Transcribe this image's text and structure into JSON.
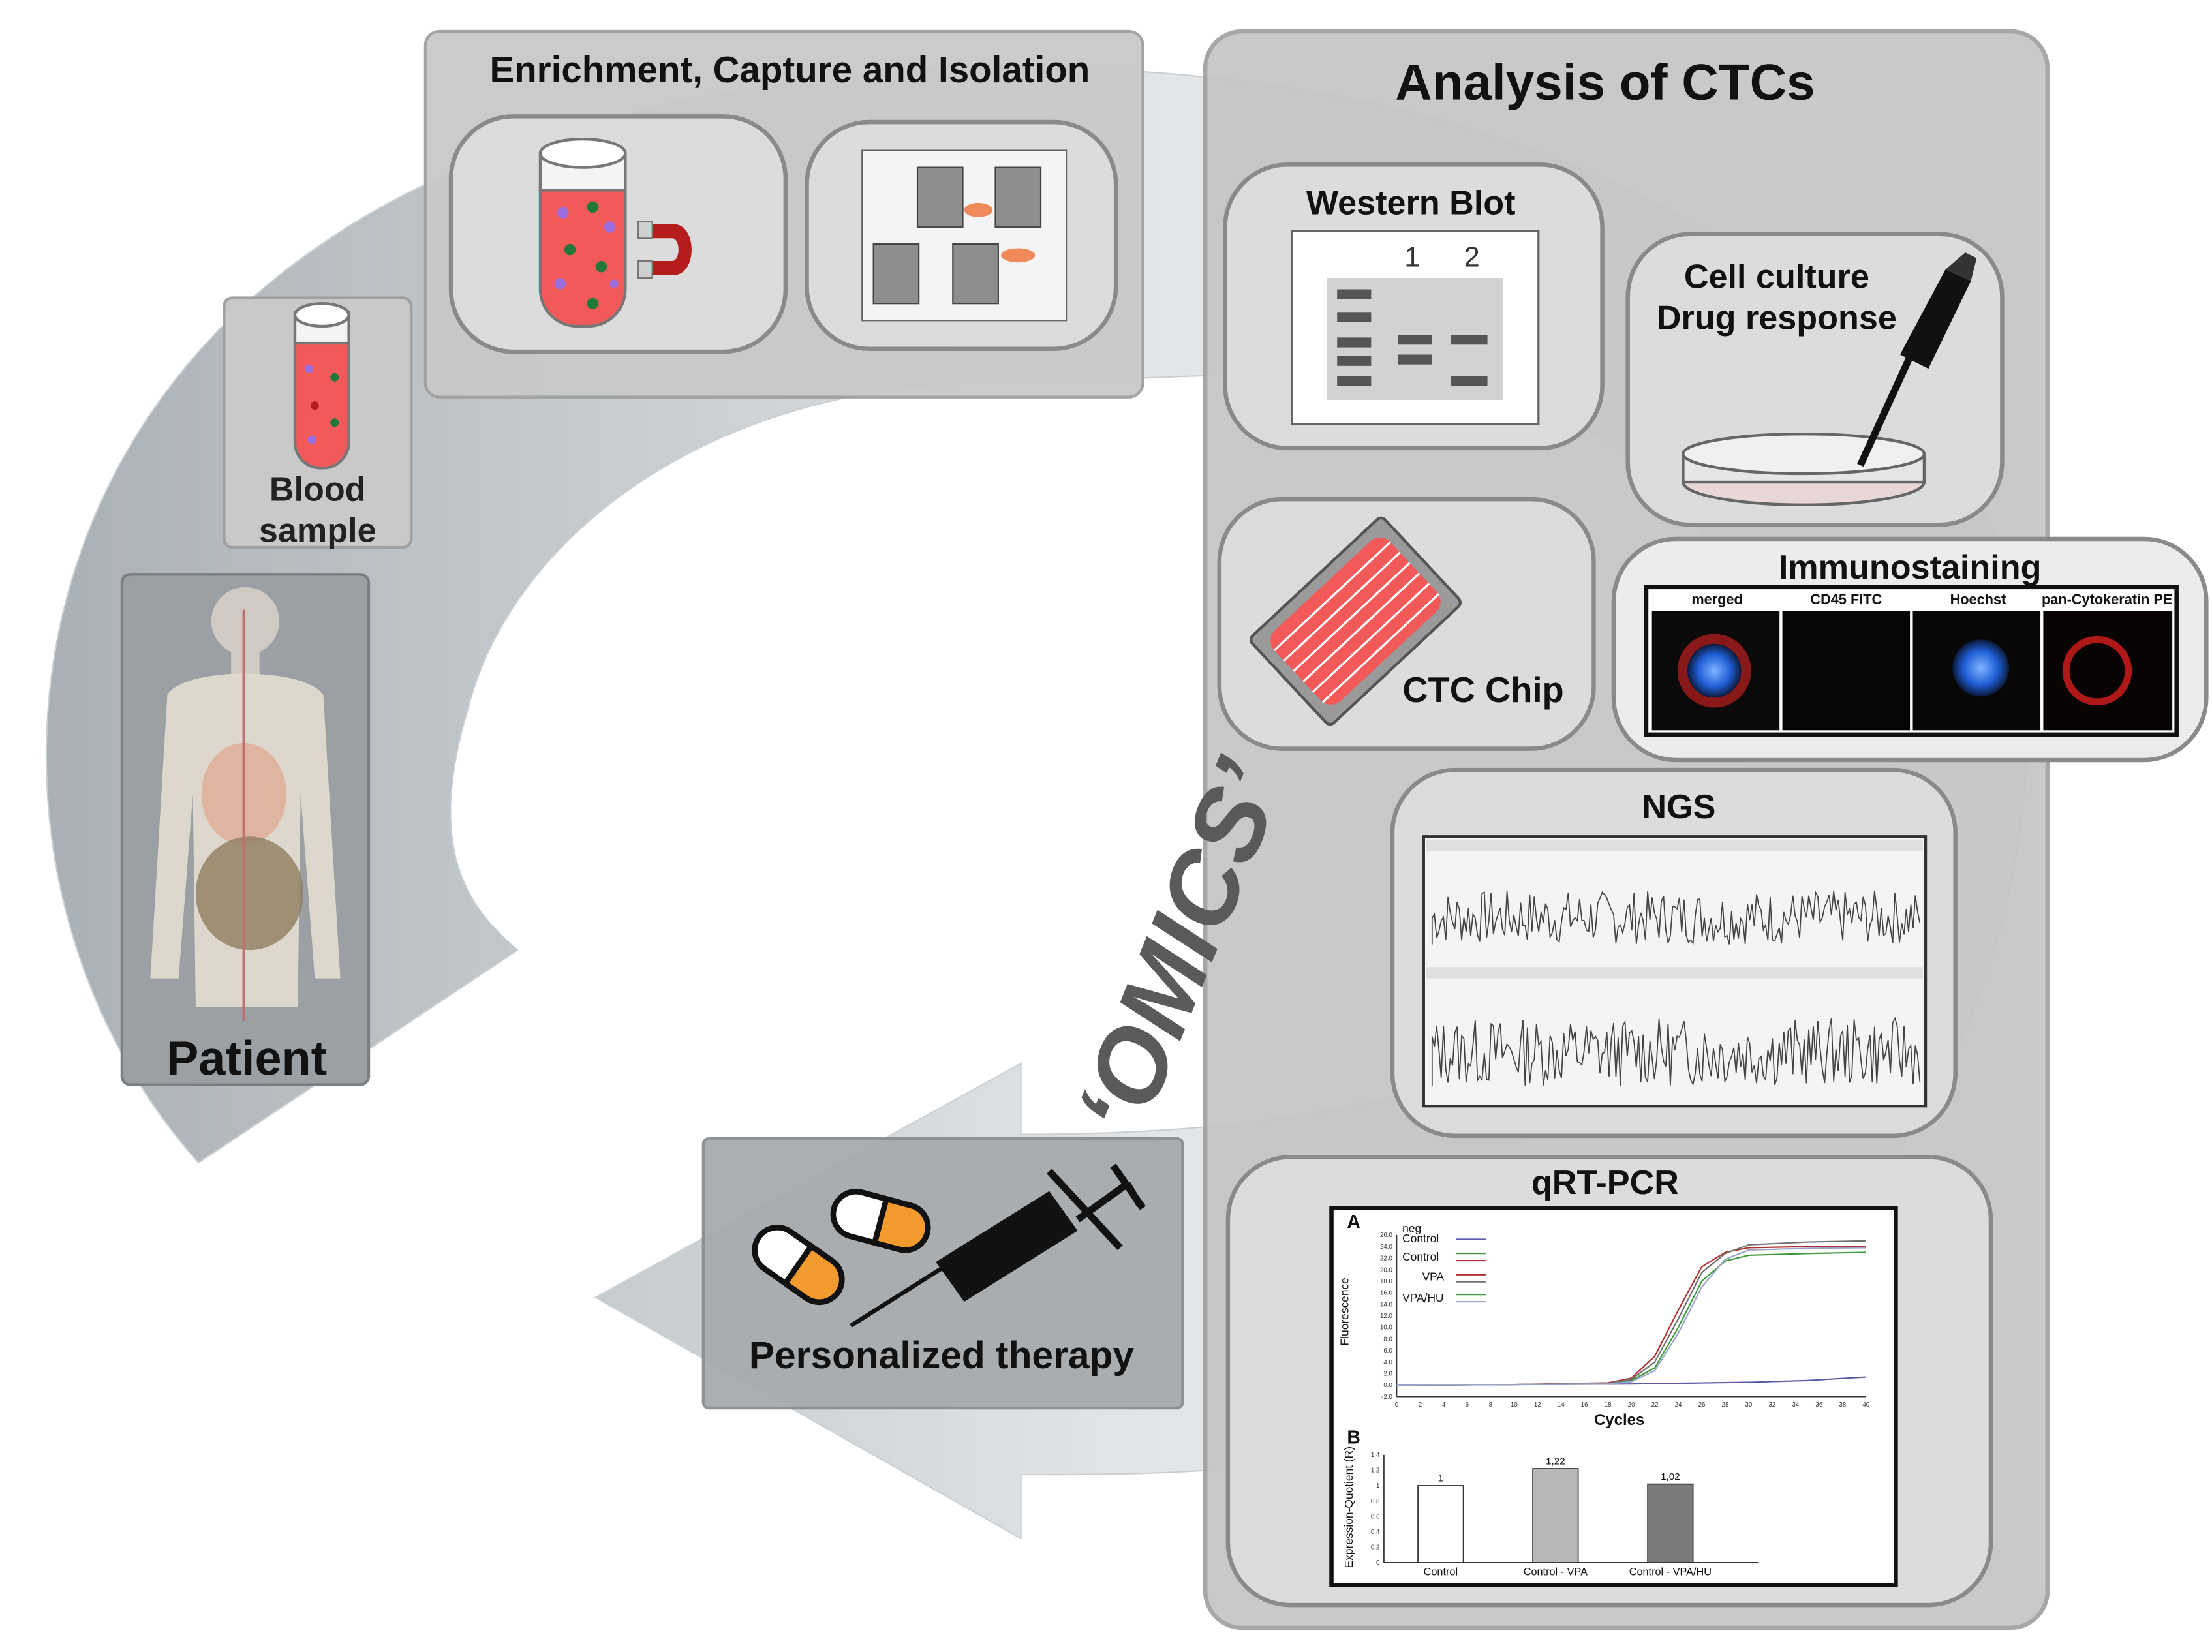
{
  "panels": {
    "enrichment_title": "Enrichment, Capture and Isolation",
    "blood_sample": [
      "Blood",
      "sample"
    ],
    "patient": "Patient",
    "analysis_title": "Analysis of CTCs",
    "western_blot": {
      "title": "Western Blot",
      "lane1": "1",
      "lane2": "2"
    },
    "cell_culture": [
      "Cell culture",
      "Drug response"
    ],
    "ctc_chip": "CTC Chip",
    "immunostaining": {
      "title": "Immunostaining",
      "channels": [
        "merged",
        "CD45 FITC",
        "Hoechst",
        "pan-Cytokeratin PE"
      ]
    },
    "ngs": "NGS",
    "qrtpcr": "qRT-PCR",
    "omics": "‘OMICS’",
    "therapy": "Personalized therapy"
  },
  "colors": {
    "panel_fill": "#c8c8c8",
    "panel_stroke": "#8a8a8a",
    "blood_red": "#f25a5a",
    "magnet_red": "#b51d1d",
    "capsule_orange": "#f29a2e",
    "arrow_grey": "#9aa2a9"
  },
  "chart_data": [
    {
      "type": "line",
      "panel_label": "A",
      "xlabel": "Cycles",
      "ylabel": "Fluorescence",
      "xlim": [
        0,
        40
      ],
      "ylim": [
        -2.0,
        26.0
      ],
      "x_ticks": [
        "0",
        "2",
        "4",
        "6",
        "8",
        "10",
        "12",
        "14",
        "16",
        "18",
        "20",
        "22",
        "24",
        "26",
        "28",
        "30",
        "32",
        "34",
        "36",
        "38",
        "40"
      ],
      "y_ticks": [
        "-2.0",
        "0.0",
        "2.0",
        "4.0",
        "6.0",
        "8.0",
        "10.0",
        "12.0",
        "14.0",
        "16.0",
        "18.0",
        "20.0",
        "22.0",
        "24.0",
        "26.0"
      ],
      "legend": [
        "neg",
        "Control",
        "Control",
        "VPA",
        "VPA/HU"
      ],
      "series": [
        {
          "name": "neg Control",
          "color": "#5a5aa8",
          "x": [
            0,
            10,
            20,
            30,
            35,
            40
          ],
          "y": [
            0.0,
            0.1,
            0.2,
            0.5,
            0.8,
            1.4
          ]
        },
        {
          "name": "Control",
          "color": "#3c9a3c",
          "x": [
            0,
            10,
            18,
            20,
            22,
            24,
            26,
            28,
            30,
            35,
            40
          ],
          "y": [
            0.0,
            0.1,
            0.3,
            0.8,
            3.0,
            10.0,
            18.0,
            21.5,
            22.5,
            22.8,
            23.0
          ]
        },
        {
          "name": "VPA",
          "color": "#b03030",
          "x": [
            0,
            10,
            18,
            20,
            22,
            24,
            26,
            28,
            30,
            35,
            40
          ],
          "y": [
            0.0,
            0.1,
            0.4,
            1.2,
            5.0,
            13.0,
            20.5,
            23.0,
            23.8,
            24.0,
            24.0
          ]
        },
        {
          "name": "VPA/HU",
          "color": "#707070",
          "x": [
            0,
            10,
            18,
            20,
            22,
            24,
            26,
            28,
            30,
            35,
            40
          ],
          "y": [
            0.0,
            0.1,
            0.3,
            1.0,
            4.0,
            11.5,
            19.5,
            22.8,
            24.3,
            24.8,
            25.0
          ]
        },
        {
          "name": "VPA/HU",
          "color": "#9aa5c9",
          "x": [
            0,
            10,
            18,
            20,
            22,
            24,
            26,
            28,
            30,
            35,
            40
          ],
          "y": [
            0.0,
            0.1,
            0.2,
            0.6,
            2.5,
            9.0,
            17.0,
            21.8,
            23.4,
            23.7,
            23.8
          ]
        }
      ]
    },
    {
      "type": "bar",
      "panel_label": "B",
      "ylabel": "Expression-Quotient (R)",
      "ylim": [
        0,
        1.4
      ],
      "y_ticks": [
        "0",
        "0,2",
        "0,4",
        "0,6",
        "0,8",
        "1",
        "1,2",
        "1,4"
      ],
      "categories": [
        "Control",
        "Control - VPA",
        "Control - VPA/HU"
      ],
      "values": [
        1,
        1.22,
        1.02
      ],
      "value_labels": [
        "1",
        "1,22",
        "1,02"
      ],
      "colors": [
        "#ffffff",
        "#b8b8b8",
        "#7a7a7a"
      ]
    }
  ]
}
